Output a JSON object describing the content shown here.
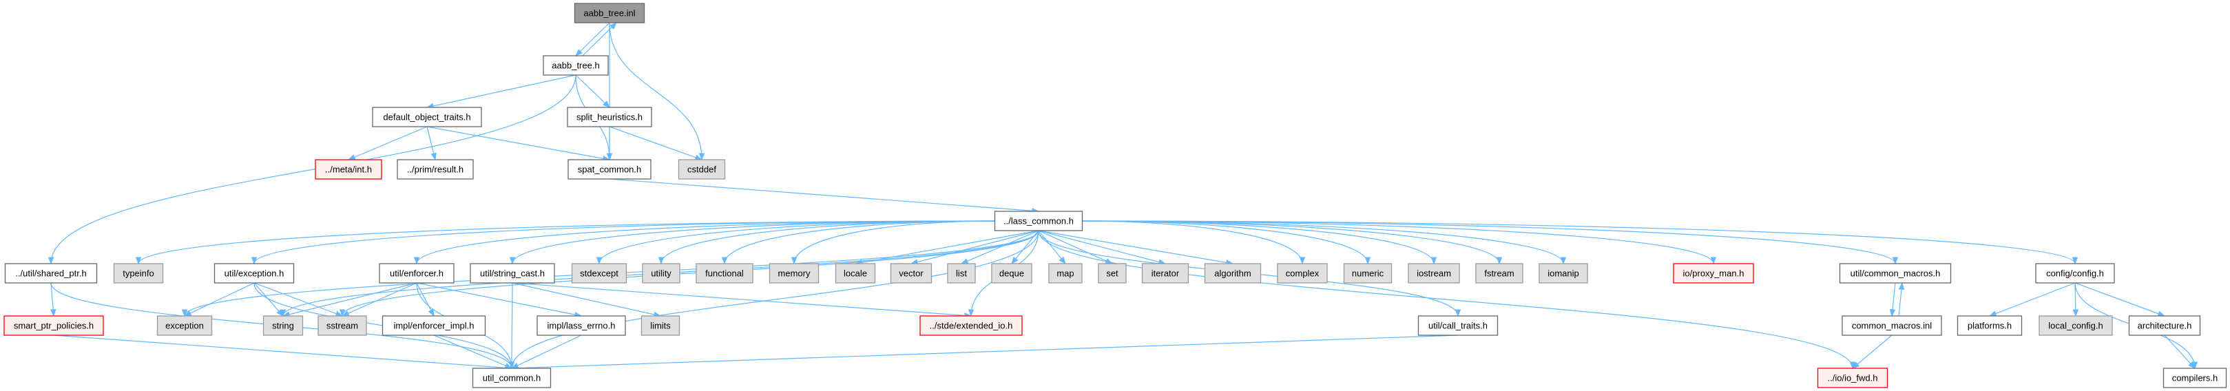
{
  "graph": {
    "title": "aabb_tree.inl include dependency graph",
    "colors": {
      "edge": "#63b8ff",
      "root_fill": "#999999",
      "root_border": "#666666",
      "normal_fill": "#ffffff",
      "normal_border": "#666666",
      "system_fill": "#e0e0e0",
      "system_border": "#999999",
      "missing_fill": "#fff0f0",
      "missing_border": "#ff0000"
    },
    "nodes": [
      {
        "id": "inl",
        "label": "aabb_tree.inl",
        "kind": "root"
      },
      {
        "id": "aabbh",
        "label": "aabb_tree.h",
        "kind": "normal"
      },
      {
        "id": "dot",
        "label": "default_object_traits.h",
        "kind": "normal"
      },
      {
        "id": "split",
        "label": "split_heuristics.h",
        "kind": "normal"
      },
      {
        "id": "metaint",
        "label": "../meta/int.h",
        "kind": "missing"
      },
      {
        "id": "result",
        "label": "../prim/result.h",
        "kind": "normal"
      },
      {
        "id": "spat",
        "label": "spat_common.h",
        "kind": "normal"
      },
      {
        "id": "cstddef",
        "label": "cstddef",
        "kind": "system"
      },
      {
        "id": "lass",
        "label": "../lass_common.h",
        "kind": "normal"
      },
      {
        "id": "sharedptr",
        "label": "../util/shared_ptr.h",
        "kind": "normal"
      },
      {
        "id": "typeinfo",
        "label": "typeinfo",
        "kind": "system"
      },
      {
        "id": "exch",
        "label": "util/exception.h",
        "kind": "normal"
      },
      {
        "id": "enforcer",
        "label": "util/enforcer.h",
        "kind": "normal"
      },
      {
        "id": "strcast",
        "label": "util/string_cast.h",
        "kind": "normal"
      },
      {
        "id": "stdexcept",
        "label": "stdexcept",
        "kind": "system"
      },
      {
        "id": "utility",
        "label": "utility",
        "kind": "system"
      },
      {
        "id": "functional",
        "label": "functional",
        "kind": "system"
      },
      {
        "id": "memory",
        "label": "memory",
        "kind": "system"
      },
      {
        "id": "locale",
        "label": "locale",
        "kind": "system"
      },
      {
        "id": "vector",
        "label": "vector",
        "kind": "system"
      },
      {
        "id": "list",
        "label": "list",
        "kind": "system"
      },
      {
        "id": "deque",
        "label": "deque",
        "kind": "system"
      },
      {
        "id": "map",
        "label": "map",
        "kind": "system"
      },
      {
        "id": "set",
        "label": "set",
        "kind": "system"
      },
      {
        "id": "iterator",
        "label": "iterator",
        "kind": "system"
      },
      {
        "id": "algorithm",
        "label": "algorithm",
        "kind": "system"
      },
      {
        "id": "complex",
        "label": "complex",
        "kind": "system"
      },
      {
        "id": "numeric",
        "label": "numeric",
        "kind": "system"
      },
      {
        "id": "iostream",
        "label": "iostream",
        "kind": "system"
      },
      {
        "id": "fstream",
        "label": "fstream",
        "kind": "system"
      },
      {
        "id": "iomanip",
        "label": "iomanip",
        "kind": "system"
      },
      {
        "id": "proxyman",
        "label": "io/proxy_man.h",
        "kind": "missing"
      },
      {
        "id": "cmacros",
        "label": "util/common_macros.h",
        "kind": "normal"
      },
      {
        "id": "config",
        "label": "config/config.h",
        "kind": "normal"
      },
      {
        "id": "smartptr",
        "label": "smart_ptr_policies.h",
        "kind": "missing"
      },
      {
        "id": "exception",
        "label": "exception",
        "kind": "system"
      },
      {
        "id": "string",
        "label": "string",
        "kind": "system"
      },
      {
        "id": "sstream",
        "label": "sstream",
        "kind": "system"
      },
      {
        "id": "enfimpl",
        "label": "impl/enforcer_impl.h",
        "kind": "normal"
      },
      {
        "id": "errno",
        "label": "impl/lass_errno.h",
        "kind": "normal"
      },
      {
        "id": "limits",
        "label": "limits",
        "kind": "system"
      },
      {
        "id": "extio",
        "label": "../stde/extended_io.h",
        "kind": "missing"
      },
      {
        "id": "calltraits",
        "label": "util/call_traits.h",
        "kind": "normal"
      },
      {
        "id": "cmacinl",
        "label": "common_macros.inl",
        "kind": "normal"
      },
      {
        "id": "platforms",
        "label": "platforms.h",
        "kind": "normal"
      },
      {
        "id": "localcfg",
        "label": "local_config.h",
        "kind": "system"
      },
      {
        "id": "arch",
        "label": "architecture.h",
        "kind": "normal"
      },
      {
        "id": "utilcommon",
        "label": "util_common.h",
        "kind": "normal"
      },
      {
        "id": "iofwd",
        "label": "../io/io_fwd.h",
        "kind": "missing"
      },
      {
        "id": "compilers",
        "label": "compilers.h",
        "kind": "normal"
      }
    ],
    "edges": [
      [
        "inl",
        "aabbh"
      ],
      [
        "aabbh",
        "inl"
      ],
      [
        "inl",
        "spat"
      ],
      [
        "inl",
        "cstddef"
      ],
      [
        "aabbh",
        "dot"
      ],
      [
        "aabbh",
        "split"
      ],
      [
        "aabbh",
        "spat"
      ],
      [
        "aabbh",
        "sharedptr"
      ],
      [
        "dot",
        "metaint"
      ],
      [
        "dot",
        "result"
      ],
      [
        "dot",
        "spat"
      ],
      [
        "split",
        "spat"
      ],
      [
        "split",
        "cstddef"
      ],
      [
        "spat",
        "lass"
      ],
      [
        "lass",
        "typeinfo"
      ],
      [
        "lass",
        "exch"
      ],
      [
        "lass",
        "exception"
      ],
      [
        "lass",
        "string"
      ],
      [
        "lass",
        "sstream"
      ],
      [
        "lass",
        "enforcer"
      ],
      [
        "lass",
        "strcast"
      ],
      [
        "lass",
        "stdexcept"
      ],
      [
        "lass",
        "utility"
      ],
      [
        "lass",
        "functional"
      ],
      [
        "lass",
        "memory"
      ],
      [
        "lass",
        "locale"
      ],
      [
        "lass",
        "vector"
      ],
      [
        "lass",
        "list"
      ],
      [
        "lass",
        "deque"
      ],
      [
        "lass",
        "map"
      ],
      [
        "lass",
        "set"
      ],
      [
        "lass",
        "iterator"
      ],
      [
        "lass",
        "algorithm"
      ],
      [
        "lass",
        "complex"
      ],
      [
        "lass",
        "numeric"
      ],
      [
        "lass",
        "iostream"
      ],
      [
        "lass",
        "fstream"
      ],
      [
        "lass",
        "iomanip"
      ],
      [
        "lass",
        "extio"
      ],
      [
        "lass",
        "calltraits"
      ],
      [
        "lass",
        "proxyman"
      ],
      [
        "lass",
        "cmacros"
      ],
      [
        "lass",
        "iofwd"
      ],
      [
        "lass",
        "config"
      ],
      [
        "lass",
        "utilcommon"
      ],
      [
        "sharedptr",
        "smartptr"
      ],
      [
        "sharedptr",
        "utilcommon"
      ],
      [
        "smartptr",
        "utilcommon"
      ],
      [
        "exch",
        "exception"
      ],
      [
        "exch",
        "string"
      ],
      [
        "exch",
        "sstream"
      ],
      [
        "exch",
        "utilcommon"
      ],
      [
        "enforcer",
        "string"
      ],
      [
        "enforcer",
        "sstream"
      ],
      [
        "enforcer",
        "enfimpl"
      ],
      [
        "enforcer",
        "errno"
      ],
      [
        "enforcer",
        "utilcommon"
      ],
      [
        "strcast",
        "limits"
      ],
      [
        "strcast",
        "utilcommon"
      ],
      [
        "strcast",
        "extio"
      ],
      [
        "enfimpl",
        "utilcommon"
      ],
      [
        "errno",
        "utilcommon"
      ],
      [
        "calltraits",
        "utilcommon"
      ],
      [
        "cmacros",
        "cmacinl"
      ],
      [
        "cmacinl",
        "cmacros"
      ],
      [
        "cmacinl",
        "iofwd"
      ],
      [
        "config",
        "platforms"
      ],
      [
        "config",
        "localcfg"
      ],
      [
        "config",
        "arch"
      ],
      [
        "config",
        "compilers"
      ],
      [
        "arch",
        "compilers"
      ]
    ]
  }
}
